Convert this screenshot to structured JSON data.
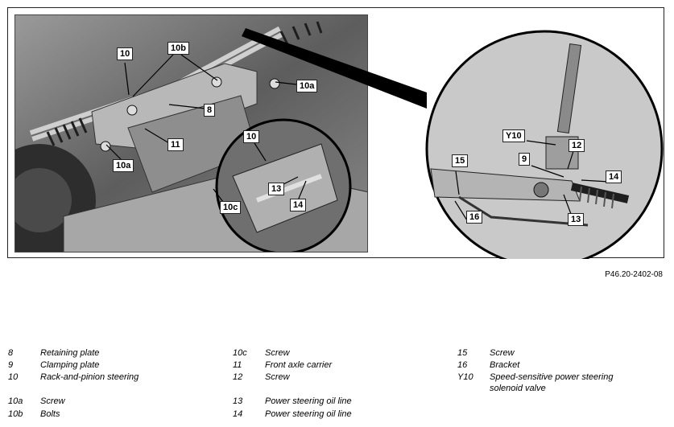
{
  "figure": {
    "figure_id": "P46.20-2402-08",
    "callouts": {
      "c10_main": "10",
      "c10b": "10b",
      "c10a_top": "10a",
      "c8": "8",
      "c11": "11",
      "c10a_left": "10a",
      "c10_inset": "10",
      "c13_inset": "13",
      "c14_inset": "14",
      "c10c": "10c",
      "cY10": "Y10",
      "c9": "9",
      "c12": "12",
      "c15": "15",
      "c14_right": "14",
      "c16": "16",
      "c13_right": "13"
    }
  },
  "legend": {
    "col1": [
      {
        "num": "8",
        "desc": "Retaining plate"
      },
      {
        "num": "9",
        "desc": "Clamping plate"
      },
      {
        "num": "10",
        "desc": "Rack-and-pinion steering"
      },
      {
        "num": "10a",
        "desc": "Screw"
      },
      {
        "num": "10b",
        "desc": "Bolts"
      }
    ],
    "col2": [
      {
        "num": "10c",
        "desc": "Screw"
      },
      {
        "num": "11",
        "desc": "Front axle carrier"
      },
      {
        "num": "12",
        "desc": "Screw"
      },
      {
        "num": "13",
        "desc": "Power steering oil line"
      },
      {
        "num": "14",
        "desc": "Power steering oil line"
      }
    ],
    "col3": [
      {
        "num": "15",
        "desc": "Screw"
      },
      {
        "num": "16",
        "desc": "Bracket"
      },
      {
        "num": "Y10",
        "desc": "Speed-sensitive power steering"
      },
      {
        "num": "",
        "desc": "solenoid valve"
      }
    ]
  }
}
